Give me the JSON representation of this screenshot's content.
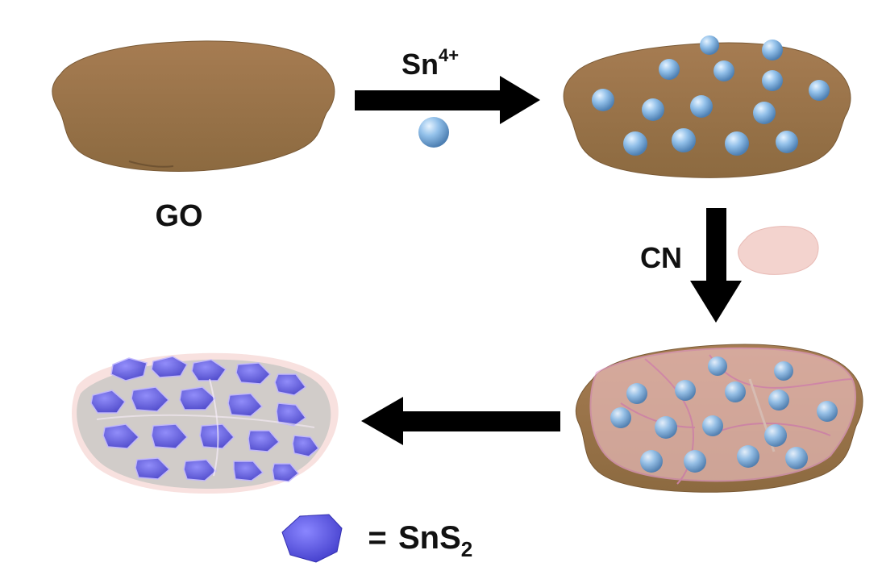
{
  "labels": {
    "go": "GO",
    "sn_ion_base": "Sn",
    "sn_ion_charge": "4+",
    "cn": "CN",
    "legend_equals": "=",
    "legend_sns2_base": "SnS",
    "legend_sns2_subscript": "2"
  },
  "colors": {
    "go_sheet": "#9a7348",
    "sn_sphere": "#8fbde6",
    "cn_sheet": "#e9b9b9",
    "sns2": "#5a55e0",
    "arrow": "#000000"
  },
  "icons": {
    "sn_ion": "blue-sphere-icon",
    "cn_sheet": "pink-sheet-icon",
    "sns2": "sns2-flake-icon"
  }
}
